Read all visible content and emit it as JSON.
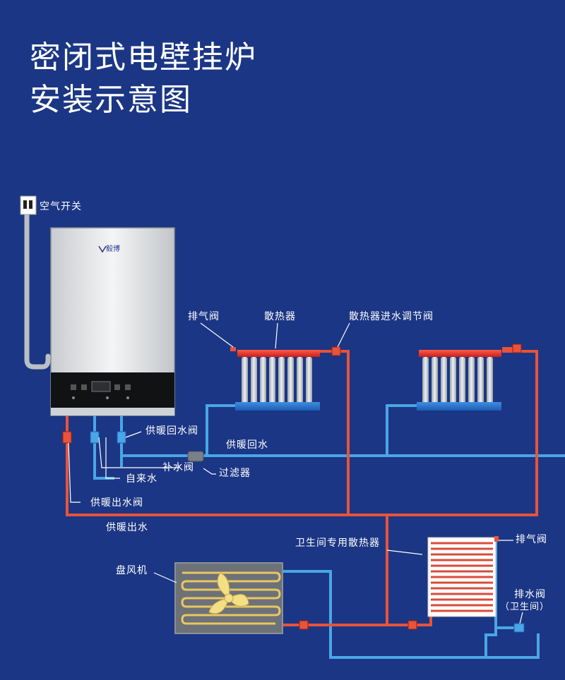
{
  "title": {
    "line1": "密闭式电壁挂炉",
    "line2": "安装示意图"
  },
  "boiler": {
    "brand": "毅博"
  },
  "labels": {
    "air_switch": "空气开关",
    "vent_valve": "排气阀",
    "radiator": "散热器",
    "radiator_inlet_valve": "散热器进水调节阀",
    "heating_return_valve": "供暖回水阀",
    "heating_return": "供暖回水",
    "makeup_valve": "补水阀",
    "filter": "过滤器",
    "tap_water": "自来水",
    "heating_supply_valve": "供暖出水阀",
    "heating_supply": "供暖出水",
    "bathroom_radiator": "卫生间专用散热器",
    "vent_valve_2": "排气阀",
    "fan_coil": "盘风机",
    "drain_valve": "排水阀",
    "drain_valve_note": "（卫生间）"
  },
  "colors": {
    "background": "#1b3684",
    "supply_pipe": "#e8533a",
    "return_pipe": "#4aa6e6",
    "leader": "#ffffff"
  }
}
